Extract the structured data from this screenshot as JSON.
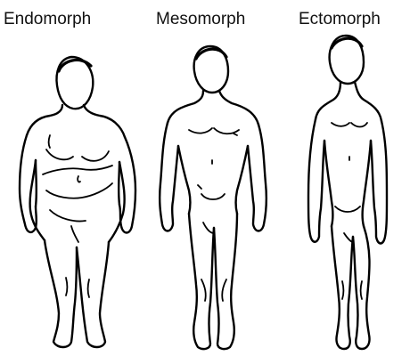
{
  "labels": {
    "endomorph": "Endomorph",
    "mesomorph": "Mesomorph",
    "ectomorph": "Ectomorph"
  }
}
